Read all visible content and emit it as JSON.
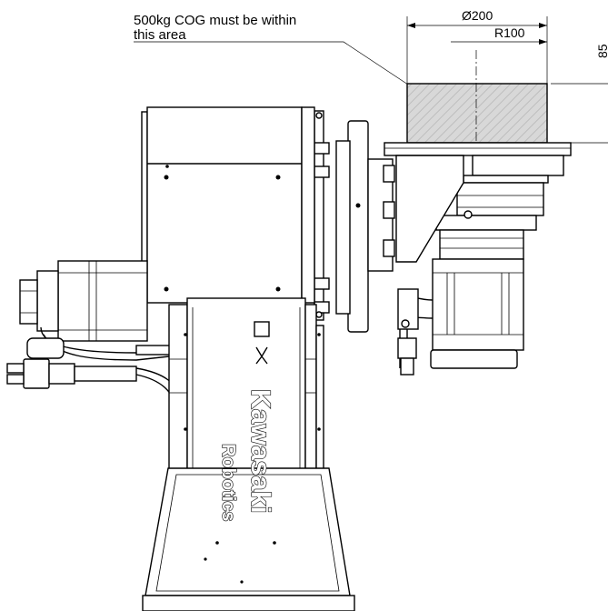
{
  "annotation": {
    "line1": "500kg COG must be within",
    "line2": "this area"
  },
  "dimensions": {
    "diameter": "Ø200",
    "radius": "R100",
    "height": "85"
  },
  "branding": {
    "name": "Kawasaki",
    "sub": "Robotics"
  },
  "colors": {
    "cog_area_fill": "#d8d8d8",
    "line": "#000000"
  }
}
